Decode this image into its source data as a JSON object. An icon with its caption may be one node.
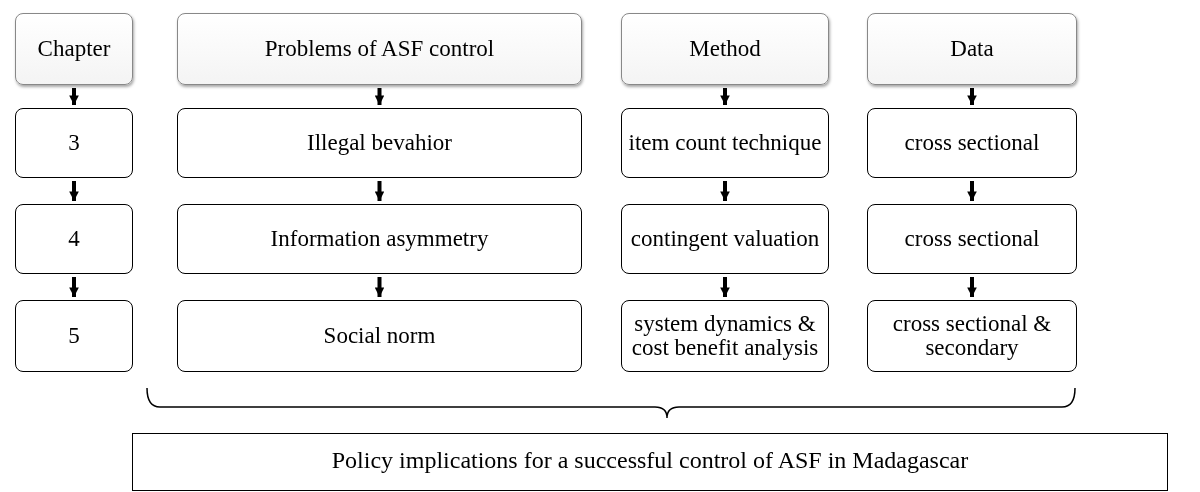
{
  "diagram": {
    "nodes": [
      {
        "text": [
          "Chapter"
        ]
      },
      {
        "text": [
          "Problems of ASF control"
        ]
      },
      {
        "text": [
          "Method"
        ]
      },
      {
        "text": [
          "Data"
        ]
      },
      {
        "text": [
          "3"
        ]
      },
      {
        "text": [
          "Illegal bevahior"
        ]
      },
      {
        "text": [
          "item count technique"
        ]
      },
      {
        "text": [
          "cross sectional"
        ]
      },
      {
        "text": [
          "4"
        ]
      },
      {
        "text": [
          "Information asymmetry"
        ]
      },
      {
        "text": [
          "contingent valuation"
        ]
      },
      {
        "text": [
          "cross sectional"
        ]
      },
      {
        "text": [
          "5"
        ]
      },
      {
        "text": [
          "Social norm"
        ]
      },
      {
        "text": [
          "system dynamics & cost benefit analysis"
        ]
      },
      {
        "text": [
          "cross sectional & secondary"
        ]
      },
      {
        "text": [
          "Policy implications for a successful control of ASF in Madagascar"
        ]
      }
    ],
    "edges": [
      {
        "from": 0,
        "to": 4,
        "arrow": "to"
      },
      {
        "from": 4,
        "to": 8,
        "arrow": "to"
      },
      {
        "from": 8,
        "to": 12,
        "arrow": "to"
      },
      {
        "from": 1,
        "to": 5,
        "arrow": "to"
      },
      {
        "from": 5,
        "to": 9,
        "arrow": "to"
      },
      {
        "from": 9,
        "to": 13,
        "arrow": "to"
      },
      {
        "from": 2,
        "to": 6,
        "arrow": "to"
      },
      {
        "from": 6,
        "to": 10,
        "arrow": "to"
      },
      {
        "from": 10,
        "to": 14,
        "arrow": "to"
      },
      {
        "from": 3,
        "to": 7,
        "arrow": "to"
      },
      {
        "from": 7,
        "to": 11,
        "arrow": "to"
      },
      {
        "from": 11,
        "to": 15,
        "arrow": "to"
      }
    ]
  }
}
